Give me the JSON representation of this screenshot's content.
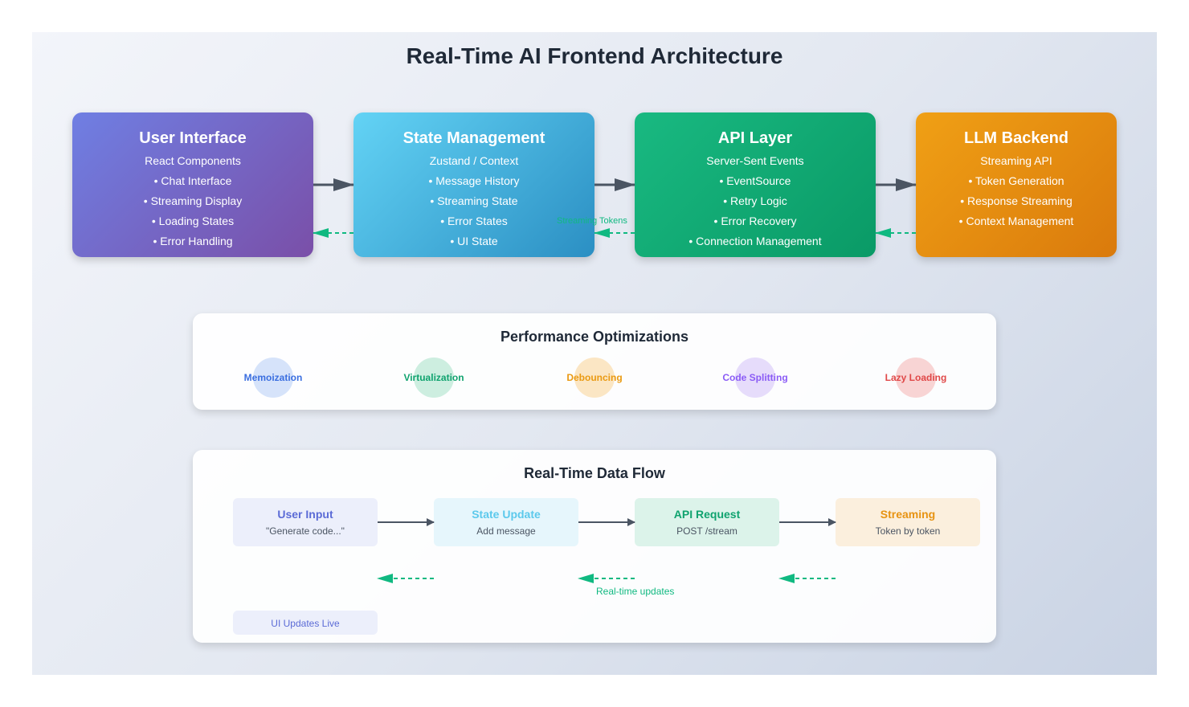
{
  "title": "Real-Time AI Frontend Architecture",
  "layers": [
    {
      "title": "User Interface",
      "lines": [
        "React Components",
        "• Chat Interface",
        "• Streaming Display",
        "• Loading States",
        "• Error Handling"
      ]
    },
    {
      "title": "State Management",
      "lines": [
        "Zustand / Context",
        "• Message History",
        "• Streaming State",
        "• Error States",
        "• UI State"
      ]
    },
    {
      "title": "API Layer",
      "lines": [
        "Server-Sent Events",
        "• EventSource",
        "• Retry Logic",
        "• Error Recovery",
        "• Connection Management"
      ]
    },
    {
      "title": "LLM Backend",
      "lines": [
        "Streaming API",
        "• Token Generation",
        "• Response Streaming",
        "• Context Management"
      ]
    }
  ],
  "streaming_tokens_label": "Streaming Tokens",
  "performance": {
    "title": "Performance Optimizations",
    "items": [
      {
        "label": "Memoization",
        "color": "#3b6fe0",
        "bg": "#d6e3fa"
      },
      {
        "label": "Virtualization",
        "color": "#10a36f",
        "bg": "#cdeee0"
      },
      {
        "label": "Debouncing",
        "color": "#ea9a12",
        "bg": "#fbe6c4"
      },
      {
        "label": "Code Splitting",
        "color": "#8b5cf6",
        "bg": "#e6dcfb"
      },
      {
        "label": "Lazy Loading",
        "color": "#e04848",
        "bg": "#f8d4d4"
      }
    ]
  },
  "data_flow": {
    "title": "Real-Time Data Flow",
    "steps": [
      {
        "title": "User Input",
        "desc": "\"Generate code...\"",
        "color": "#5b6bd6",
        "bg": "#eceffb"
      },
      {
        "title": "State Update",
        "desc": "Add message",
        "color": "#5cc9ec",
        "bg": "#e6f6fc"
      },
      {
        "title": "API Request",
        "desc": "POST /stream",
        "color": "#10a36f",
        "bg": "#dcf3ea"
      },
      {
        "title": "Streaming",
        "desc": "Token by token",
        "color": "#e79312",
        "bg": "#fbefdd"
      }
    ],
    "realtime_label": "Real-time updates",
    "ui_updates_label": "UI Updates Live"
  }
}
